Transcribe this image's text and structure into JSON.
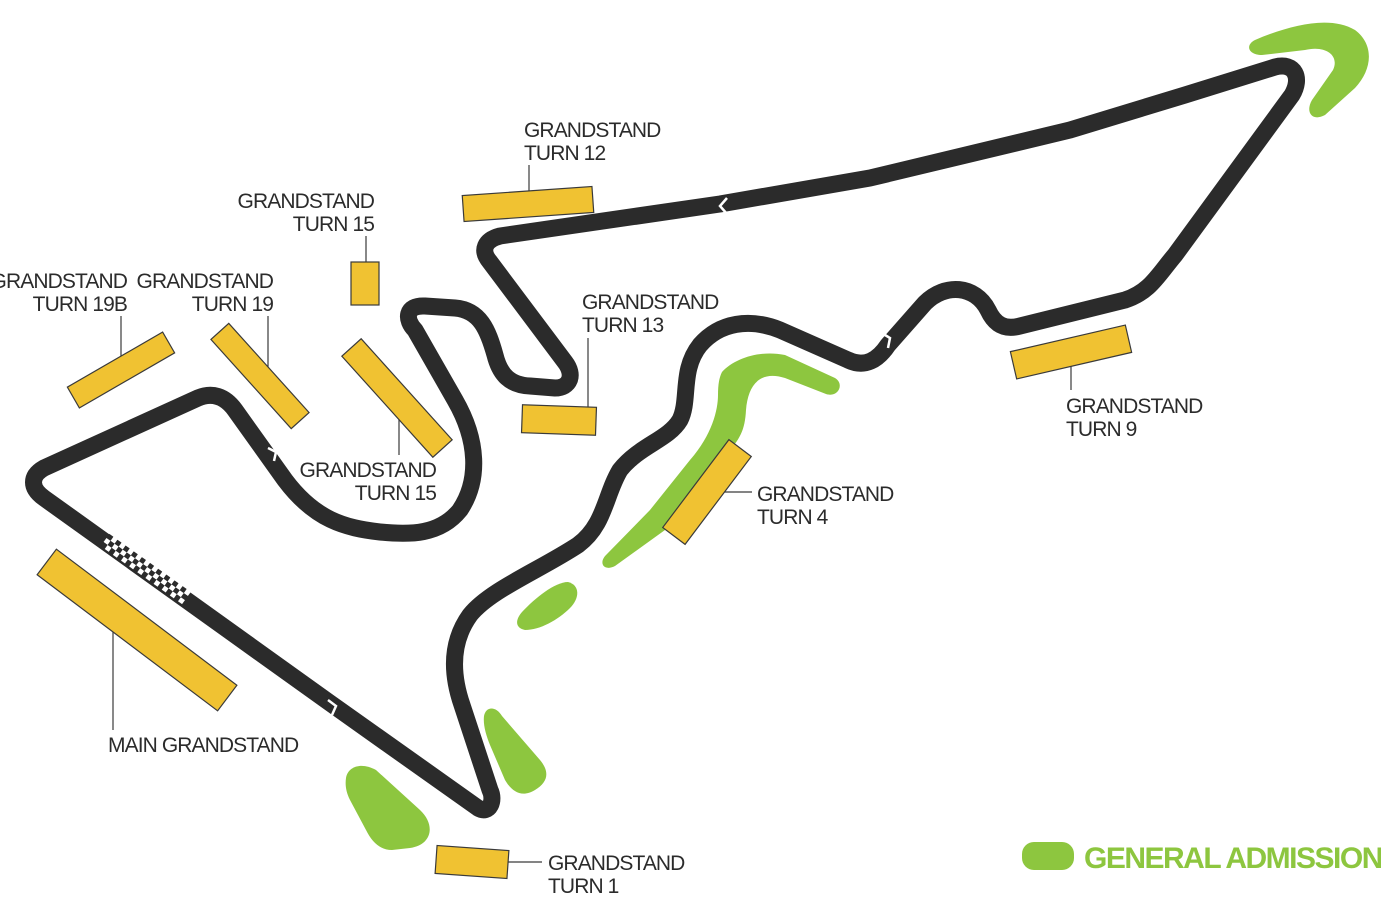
{
  "grandstands": {
    "turn12": {
      "line1": "GRANDSTAND",
      "line2": "TURN 12"
    },
    "turn15_upper": {
      "line1": "GRANDSTAND",
      "line2": "TURN 15"
    },
    "turn19b": {
      "line1": "GRANDSTAND",
      "line2": "TURN 19B"
    },
    "turn19": {
      "line1": "GRANDSTAND",
      "line2": "TURN 19"
    },
    "turn13": {
      "line1": "GRANDSTAND",
      "line2": "TURN 13"
    },
    "turn15_lower": {
      "line1": "GRANDSTAND",
      "line2": "TURN 15"
    },
    "turn4": {
      "line1": "GRANDSTAND",
      "line2": "TURN 4"
    },
    "turn9": {
      "line1": "GRANDSTAND",
      "line2": "TURN 9"
    },
    "main": {
      "line1": "MAIN GRANDSTAND"
    },
    "turn1": {
      "line1": "GRANDSTAND",
      "line2": "TURN 1"
    }
  },
  "legend": {
    "general_admission": "GENERAL ADMISSION"
  },
  "colors": {
    "track": "#2b2b2b",
    "grandstand": "#f0c232",
    "general_admission": "#8dc63f"
  }
}
